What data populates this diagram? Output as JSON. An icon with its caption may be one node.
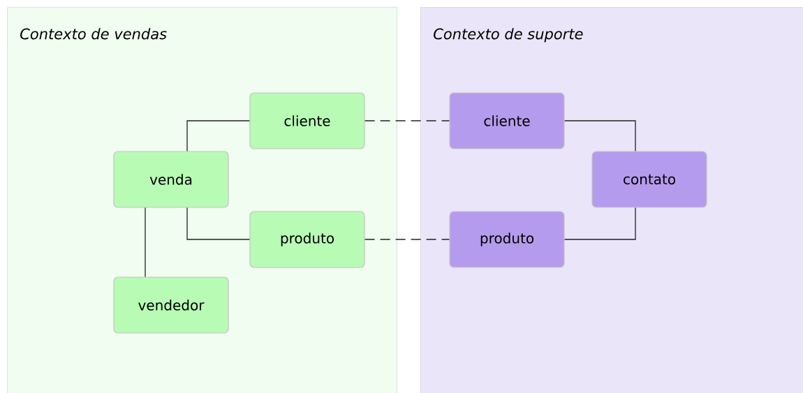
{
  "diagram": {
    "nodes": [
      {
        "text": [
          "Contexto de vendas"
        ]
      },
      {
        "text": [
          "cliente"
        ],
        "in": 0
      },
      {
        "text": [
          "venda"
        ],
        "in": 0
      },
      {
        "text": [
          "produto"
        ],
        "in": 0
      },
      {
        "text": [
          "vendedor"
        ],
        "in": 0
      },
      {
        "text": [
          "Contexto de suporte"
        ]
      },
      {
        "text": [
          "cliente"
        ],
        "in": 5
      },
      {
        "text": [
          "contato"
        ],
        "in": 5
      },
      {
        "text": [
          "produto"
        ],
        "in": 5
      }
    ],
    "edges": [
      {
        "from": 2,
        "to": 1,
        "arrow": "none"
      },
      {
        "from": 2,
        "to": 3,
        "arrow": "none"
      },
      {
        "from": 2,
        "to": 4,
        "arrow": "none"
      },
      {
        "from": 1,
        "to": 6,
        "arrow": "none",
        "style": "dashed"
      },
      {
        "from": 3,
        "to": 8,
        "arrow": "none",
        "style": "dashed"
      },
      {
        "from": 6,
        "to": 7,
        "arrow": "none"
      },
      {
        "from": 8,
        "to": 7,
        "arrow": "none"
      }
    ]
  }
}
